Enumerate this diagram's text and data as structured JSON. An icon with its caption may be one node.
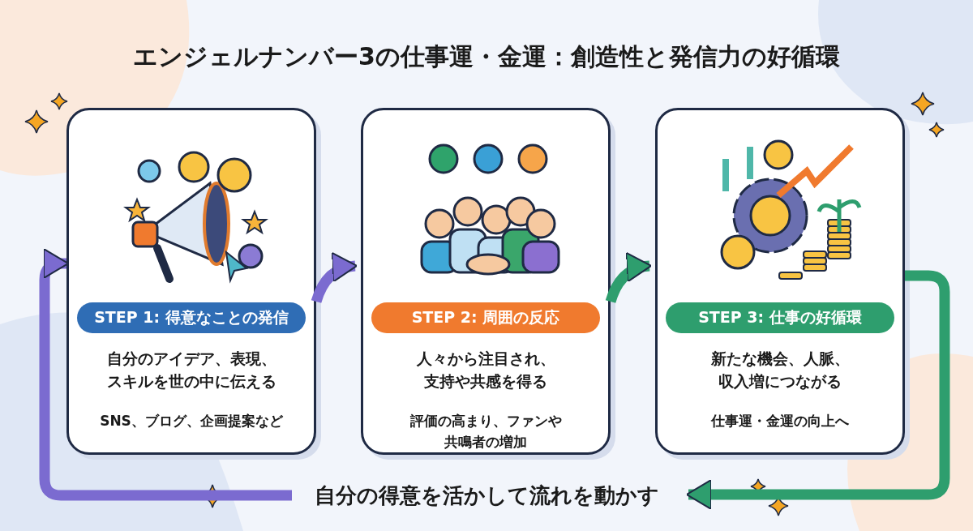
{
  "diagram": {
    "title": "エンジェルナンバー3の仕事運・金運：創造性と発信力の好循環",
    "nodes": [
      {
        "text": [
          "自分のアイデア、表現、スキルを世の中に伝える",
          "SNS、ブログ、企画提案など"
        ]
      },
      {
        "text": [
          "STEP 1: 得意なことの発信"
        ],
        "in": 0
      },
      {
        "text": [
          "人々から注目され、支持や共感を得る",
          "評価の高まり、ファンや共鳴者の増加"
        ]
      },
      {
        "text": [
          "STEP 2: 周囲の反応"
        ],
        "in": 2
      },
      {
        "text": [
          "新たな機会、人脈、収入増につながる",
          "仕事運・金運の向上へ"
        ]
      },
      {
        "text": [
          "STEP 3: 仕事の好循環"
        ],
        "in": 4
      },
      {
        "text": [
          "自分の得意を活かして流れを動かす"
        ]
      }
    ],
    "edges": [
      {
        "from": 0,
        "to": 2,
        "arrow": "to",
        "color": "#7b6bd0"
      },
      {
        "from": 2,
        "to": 4,
        "arrow": "to",
        "color": "#2e9e6e"
      },
      {
        "from": 4,
        "to": 6,
        "arrow": "to",
        "color": "#2e9e6e"
      },
      {
        "from": 6,
        "to": 0,
        "arrow": "to",
        "color": "#7b6bd0"
      }
    ]
  }
}
